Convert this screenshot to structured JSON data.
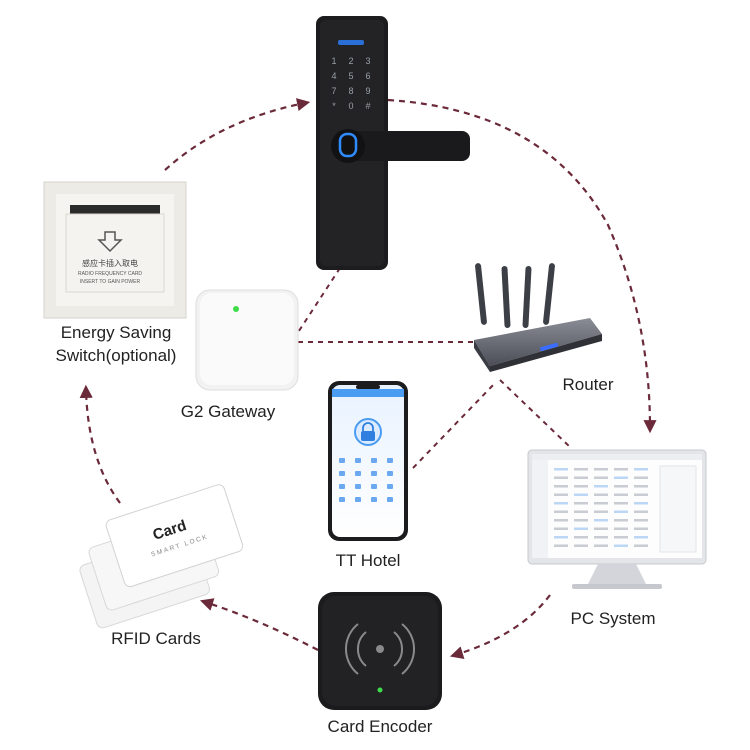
{
  "nodes": {
    "energy_switch": {
      "label_line1": "Energy Saving",
      "label_line2": "Switch(optional)",
      "plate_text_cn": "感应卡插入取电",
      "plate_text_en1": "RADIO FREQUENCY CARD",
      "plate_text_en2": "INSERT TO GAIN POWER"
    },
    "gateway": {
      "label": "G2 Gateway"
    },
    "router": {
      "label": "Router"
    },
    "tt_hotel": {
      "label": "TT Hotel"
    },
    "pc_system": {
      "label": "PC System"
    },
    "card_encoder": {
      "label": "Card Encoder"
    },
    "rfid_cards": {
      "label": "RFID Cards",
      "card_title": "Card",
      "card_subtitle": "SMART LOCK"
    }
  },
  "keypad_keys": [
    "1",
    "2",
    "3",
    "4",
    "5",
    "6",
    "7",
    "8",
    "9",
    "*",
    "0",
    "#"
  ],
  "colors": {
    "arrow": "#6b2a3a",
    "lock_body": "#1c1c1e",
    "fingerprint_led": "#2f8cff",
    "encoder_led": "#3ddc4a",
    "gateway_led": "#3ddc4a",
    "router_led": "#3a6cff"
  }
}
